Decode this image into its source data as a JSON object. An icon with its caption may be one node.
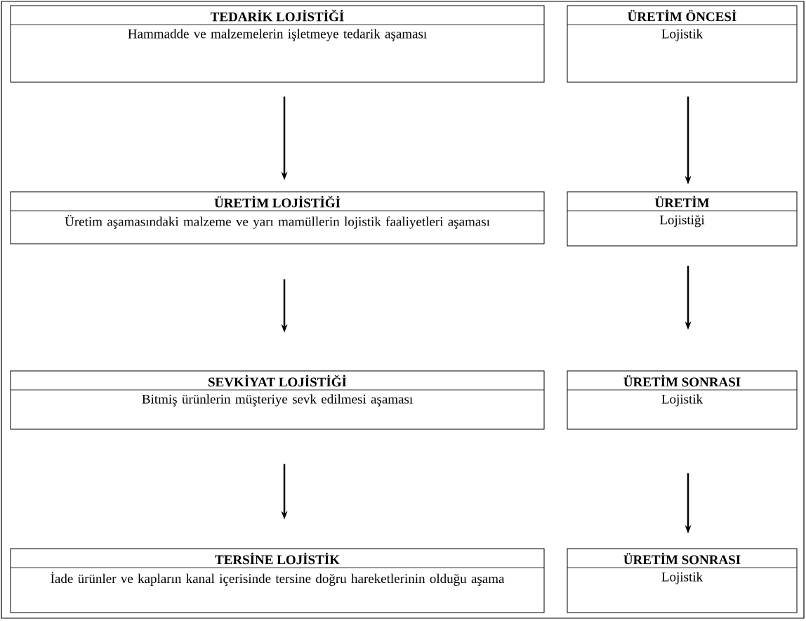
{
  "diagram": {
    "nodes": [
      {
        "text": [
          "TEDARİK LOJİSTİĞİ",
          "Hammadde ve malzemelerin işletmeye tedarik aşaması"
        ]
      },
      {
        "text": [
          "ÜRETİM ÖNCESİ",
          "Lojistik"
        ]
      },
      {
        "text": [
          "ÜRETİM LOJİSTİĞİ",
          "Üretim aşamasındaki malzeme ve yarı mamüllerin lojistik faaliyetleri aşaması"
        ]
      },
      {
        "text": [
          "ÜRETİM",
          "Lojistiği"
        ]
      },
      {
        "text": [
          "SEVKİYAT LOJİSTİĞİ",
          "Bitmiş ürünlerin müşteriye sevk edilmesi aşaması"
        ]
      },
      {
        "text": [
          "ÜRETİM SONRASI",
          "Lojistik"
        ]
      },
      {
        "text": [
          "TERSİNE LOJİSTİK",
          "İade ürünler ve kapların kanal içerisinde tersine doğru hareketlerinin olduğu aşama"
        ]
      },
      {
        "text": [
          "ÜRETİM SONRASI",
          "Lojistik"
        ]
      }
    ],
    "edges": [
      {
        "from": 0,
        "to": 2,
        "arrow": "to"
      },
      {
        "from": 1,
        "to": 3,
        "arrow": "to"
      },
      {
        "from": 2,
        "to": 4,
        "arrow": "to"
      },
      {
        "from": 3,
        "to": 5,
        "arrow": "to"
      },
      {
        "from": 4,
        "to": 6,
        "arrow": "to"
      },
      {
        "from": 5,
        "to": 7,
        "arrow": "to"
      }
    ]
  }
}
